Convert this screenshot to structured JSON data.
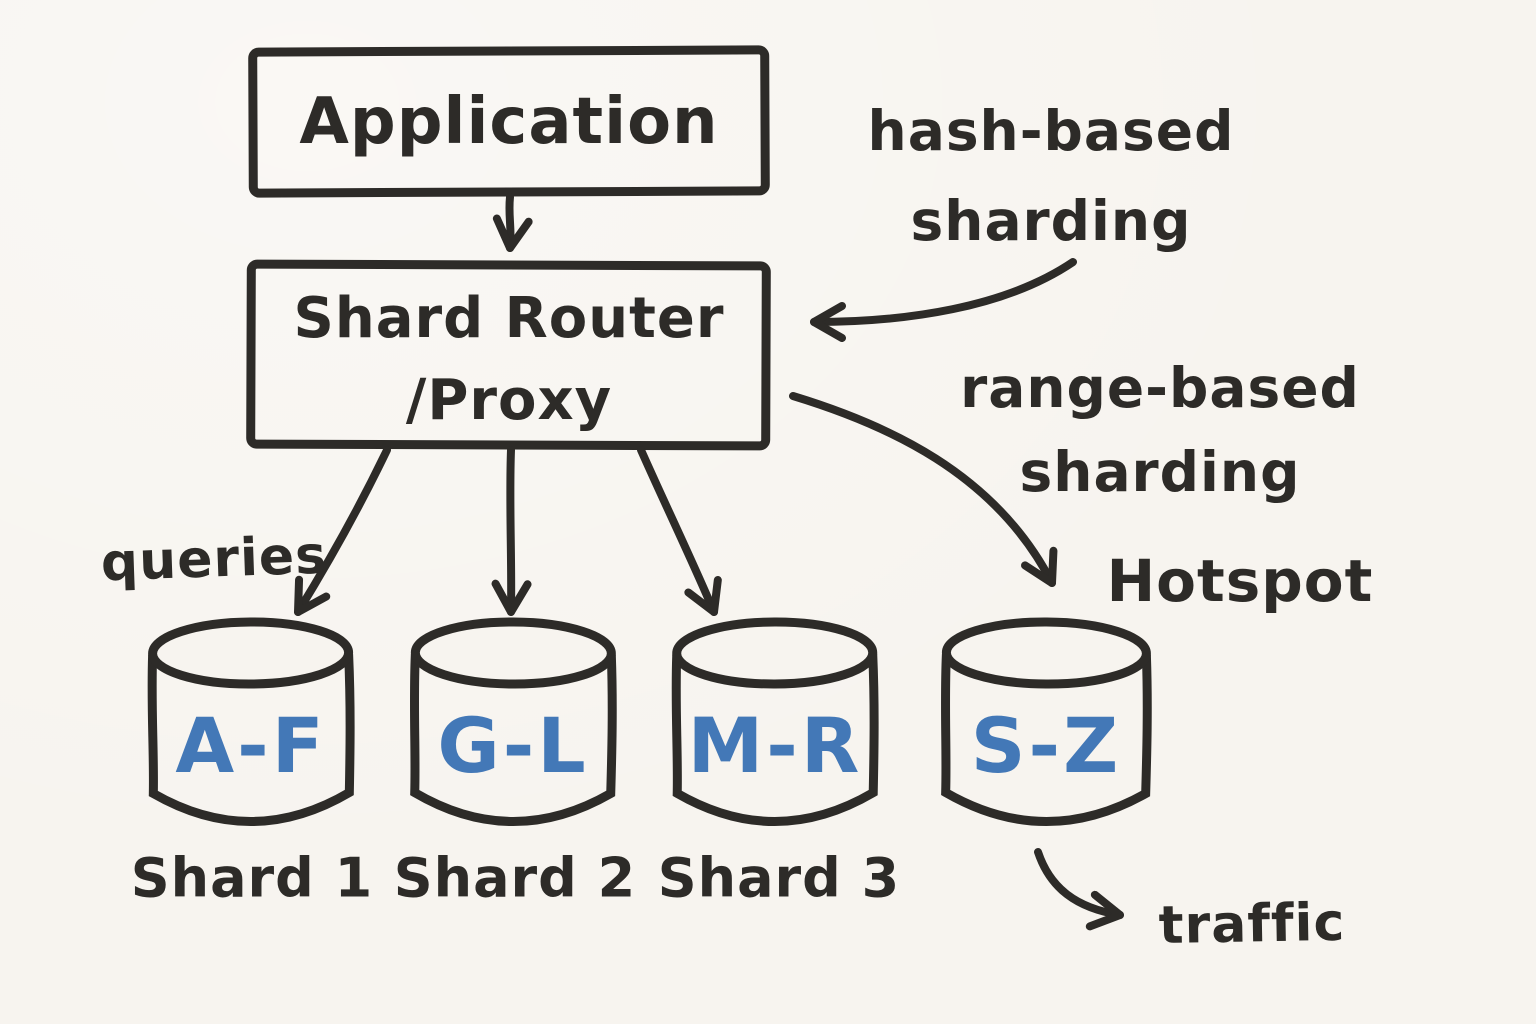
{
  "colors": {
    "paper": "#f7f4ef",
    "ink": "#2d2b28",
    "accent": "#4378b7"
  },
  "nodes": {
    "application": {
      "label": "Application"
    },
    "router": {
      "line1": "Shard Router",
      "line2": "/Proxy"
    }
  },
  "annotations": {
    "hash": {
      "line1": "hash-based",
      "line2": "sharding"
    },
    "range": {
      "line1": "range-based",
      "line2": "sharding"
    },
    "queries": "queries",
    "hotspot": "Hotspot",
    "traffic": "traffic"
  },
  "shards": [
    {
      "range": "A-F",
      "label": "Shard 1"
    },
    {
      "range": "G-L",
      "label": "Shard 2"
    },
    {
      "range": "M-R",
      "label": "Shard 3"
    },
    {
      "range": "S-Z"
    }
  ]
}
